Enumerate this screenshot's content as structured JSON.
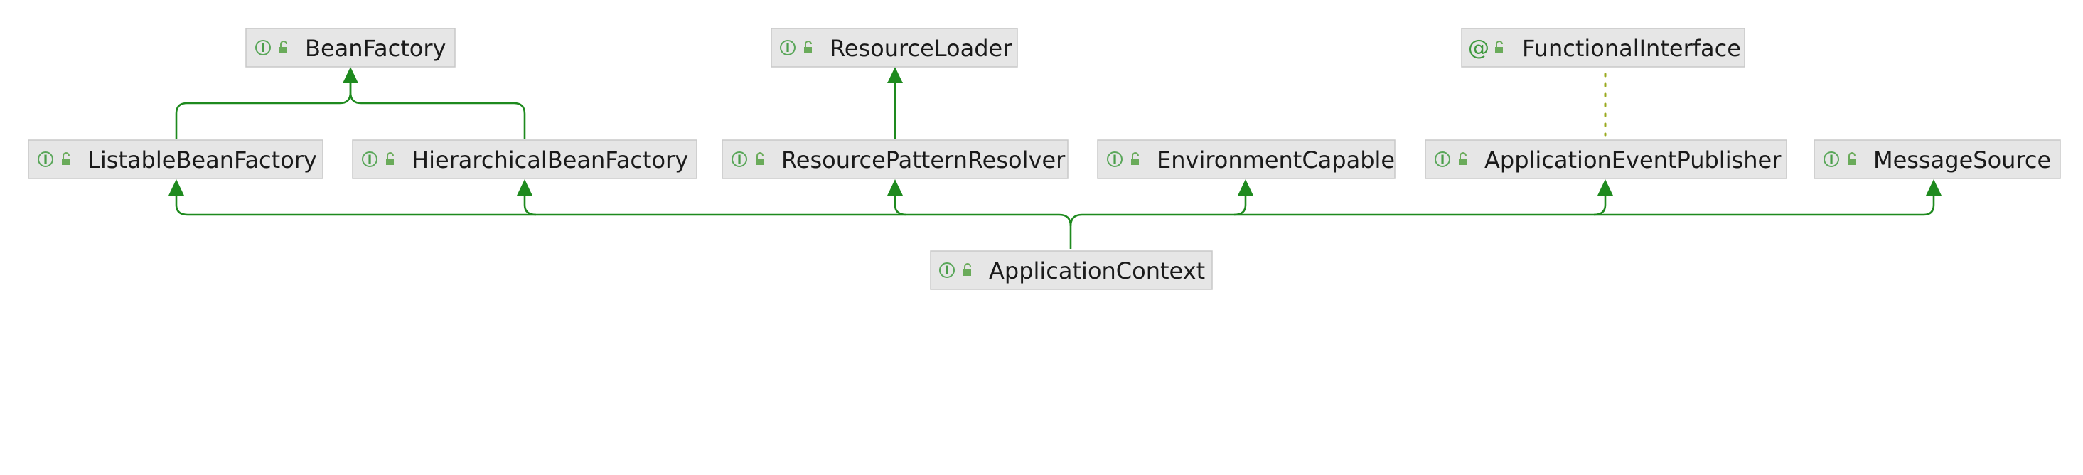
{
  "diagram": {
    "nodes": [
      {
        "id": "BeanFactory",
        "label": "BeanFactory",
        "kind": "interface",
        "icon": "interface-icon"
      },
      {
        "id": "ResourceLoader",
        "label": "ResourceLoader",
        "kind": "interface",
        "icon": "interface-icon"
      },
      {
        "id": "FunctionalInterface",
        "label": "FunctionalInterface",
        "kind": "annotation",
        "icon": "annotation-icon"
      },
      {
        "id": "ListableBeanFactory",
        "label": "ListableBeanFactory",
        "kind": "interface",
        "icon": "interface-icon"
      },
      {
        "id": "HierarchicalBeanFactory",
        "label": "HierarchicalBeanFactory",
        "kind": "interface",
        "icon": "interface-icon"
      },
      {
        "id": "ResourcePatternResolver",
        "label": "ResourcePatternResolver",
        "kind": "interface",
        "icon": "interface-icon"
      },
      {
        "id": "EnvironmentCapable",
        "label": "EnvironmentCapable",
        "kind": "interface",
        "icon": "interface-icon"
      },
      {
        "id": "ApplicationEventPublisher",
        "label": "ApplicationEventPublisher",
        "kind": "interface",
        "icon": "interface-icon"
      },
      {
        "id": "MessageSource",
        "label": "MessageSource",
        "kind": "interface",
        "icon": "interface-icon"
      },
      {
        "id": "ApplicationContext",
        "label": "ApplicationContext",
        "kind": "interface",
        "icon": "interface-icon"
      }
    ],
    "edges": [
      {
        "from": "ListableBeanFactory",
        "to": "BeanFactory",
        "style": "extends"
      },
      {
        "from": "HierarchicalBeanFactory",
        "to": "BeanFactory",
        "style": "extends"
      },
      {
        "from": "ResourcePatternResolver",
        "to": "ResourceLoader",
        "style": "extends"
      },
      {
        "from": "ApplicationEventPublisher",
        "to": "FunctionalInterface",
        "style": "annotated"
      },
      {
        "from": "ApplicationContext",
        "to": "ListableBeanFactory",
        "style": "extends"
      },
      {
        "from": "ApplicationContext",
        "to": "HierarchicalBeanFactory",
        "style": "extends"
      },
      {
        "from": "ApplicationContext",
        "to": "ResourcePatternResolver",
        "style": "extends"
      },
      {
        "from": "ApplicationContext",
        "to": "EnvironmentCapable",
        "style": "extends"
      },
      {
        "from": "ApplicationContext",
        "to": "ApplicationEventPublisher",
        "style": "extends"
      },
      {
        "from": "ApplicationContext",
        "to": "MessageSource",
        "style": "extends"
      }
    ],
    "colors": {
      "edge": "#1e8a1e",
      "annotation_edge": "#9aaa1f",
      "node_fill": "#e6e6e6",
      "icon": "#5aa75a"
    }
  }
}
